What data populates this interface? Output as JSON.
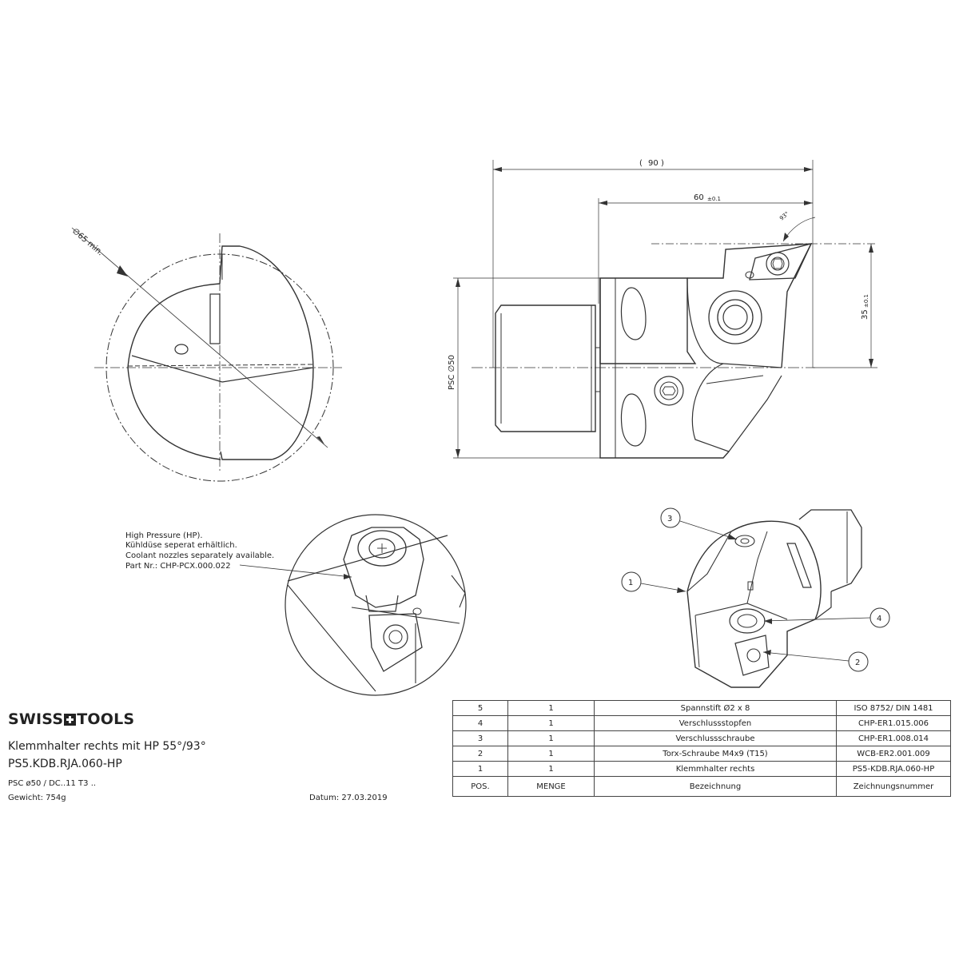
{
  "dimensions": {
    "d90": "90",
    "d60": "60",
    "d60_tol": "±0.1",
    "d35": "35",
    "d35_tol": "±0.1",
    "angle": "93°",
    "psc": "PSC ∅50",
    "d65": "∅65 min."
  },
  "note_lines": [
    "High Pressure (HP).",
    "Kühldüse seperat erhältlich.",
    "Coolant nozzles separately available.",
    "Part Nr.: CHP-PCX.000.022"
  ],
  "balloons": [
    "1",
    "2",
    "3",
    "4"
  ],
  "title_block": {
    "logo_left": "SWISS",
    "logo_right": "TOOLS",
    "title_line1": "Klemmhalter rechts mit HP 55°/93°",
    "title_line2": "PS5.KDB.RJA.060-HP",
    "meta_psc": "PSC ø50 / DC..11 T3 ..",
    "meta_weight": "Gewicht: 754g",
    "date": "Datum: 27.03.2019"
  },
  "bom": {
    "headers": [
      "POS.",
      "MENGE",
      "Bezeichnung",
      "Zeichnungsnummer"
    ],
    "rows": [
      [
        "5",
        "1",
        "Spannstift Ø2 x 8",
        "ISO 8752/ DIN 1481"
      ],
      [
        "4",
        "1",
        "Verschlussstopfen",
        "CHP-ER1.015.006"
      ],
      [
        "3",
        "1",
        "Verschlussschraube",
        "CHP-ER1.008.014"
      ],
      [
        "2",
        "1",
        "Torx-Schraube M4x9 (T15)",
        "WCB-ER2.001.009"
      ],
      [
        "1",
        "1",
        "Klemmhalter rechts",
        "PS5-KDB.RJA.060-HP"
      ]
    ]
  }
}
